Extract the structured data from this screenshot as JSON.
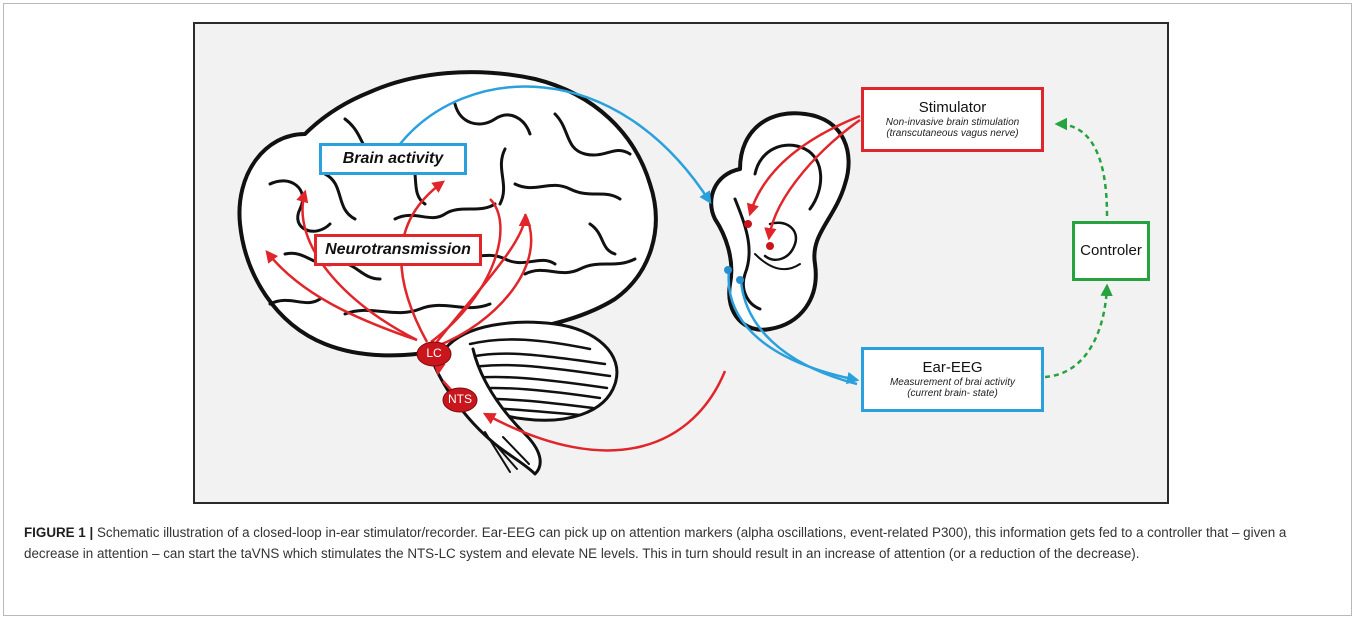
{
  "figure": {
    "brain_activity_label": "Brain activity",
    "neurotransmission_label": "Neurotransmission",
    "lc_label": "LC",
    "nts_label": "NTS",
    "stimulator": {
      "title": "Stimulator",
      "line1": "Non-invasive brain stimulation",
      "line2": "(transcutaneous vagus nerve)"
    },
    "controler_label": "Controler",
    "ear_eeg": {
      "title": "Ear-EEG",
      "line1": "Measurement of brai activity",
      "line2": "(current brain- state)"
    },
    "colors": {
      "blue": "#2aa0dc",
      "red": "#e0262b",
      "green": "#26a33f",
      "node_fill": "#c8161c"
    }
  },
  "caption": {
    "label": "FIGURE 1 |",
    "text": "Schematic illustration of a closed-loop in-ear stimulator/recorder. Ear-EEG can pick up on attention markers (alpha oscillations, event-related P300), this information gets fed to a controller that – given a decrease in attention – can start the taVNS which stimulates the NTS-LC system and elevate NE levels. This in turn should result in an increase of attention (or a reduction of the decrease)."
  }
}
